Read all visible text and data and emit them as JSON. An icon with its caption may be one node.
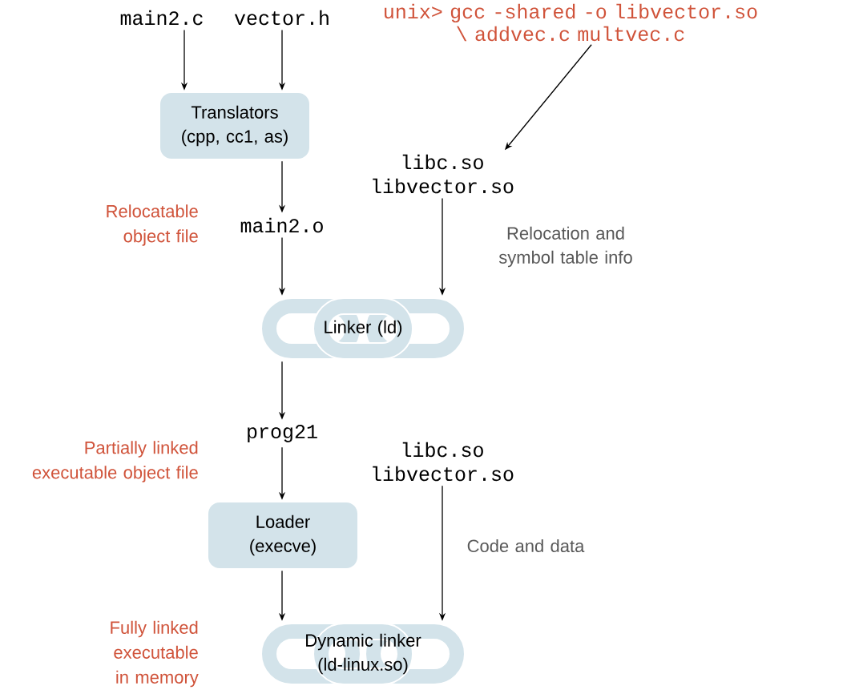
{
  "diagram": {
    "nodes": [
      {
        "text": [
          "main2.c"
        ]
      },
      {
        "text": [
          "vector.h"
        ]
      },
      {
        "text": [
          "unix> gcc -shared -o libvector.so \\ addvec.c multvec.c"
        ]
      },
      {
        "text": [
          "Translators (cpp, cc1, as)"
        ]
      },
      {
        "text": [
          "libc.so libvector.so"
        ]
      },
      {
        "text": [
          "main2.o"
        ]
      },
      {
        "text": [
          "Linker (ld)"
        ]
      },
      {
        "text": [
          "prog21"
        ]
      },
      {
        "text": [
          "libc.so libvector.so"
        ]
      },
      {
        "text": [
          "Loader (execve)"
        ]
      },
      {
        "text": [
          "Dynamic linker (ld-linux.so)"
        ]
      }
    ],
    "edges": [
      {
        "from": 0,
        "to": 3,
        "arrow": "to"
      },
      {
        "from": 1,
        "to": 3,
        "arrow": "to"
      },
      {
        "from": 2,
        "to": 4,
        "arrow": "to"
      },
      {
        "from": 3,
        "to": 5,
        "arrow": "to"
      },
      {
        "from": 5,
        "to": 6,
        "arrow": "to"
      },
      {
        "from": 4,
        "to": 6,
        "arrow": "to",
        "label": "Relocation and symbol table info"
      },
      {
        "from": 6,
        "to": 7,
        "arrow": "to"
      },
      {
        "from": 7,
        "to": 9,
        "arrow": "to"
      },
      {
        "from": 9,
        "to": 10,
        "arrow": "to"
      },
      {
        "from": 8,
        "to": 10,
        "arrow": "to",
        "label": "Code and data"
      }
    ],
    "labels": [
      "Relocatable object file",
      "Partially linked executable object file",
      "Fully linked executable in memory"
    ]
  }
}
